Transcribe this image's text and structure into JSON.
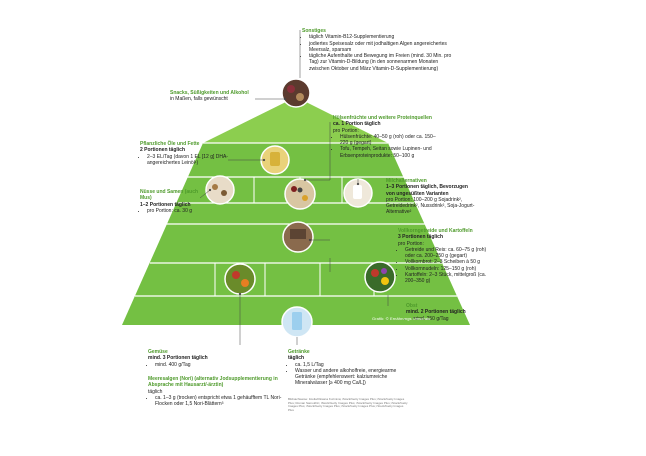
{
  "sonstiges": {
    "title": "Sonstiges",
    "items": [
      "täglich Vitamin-B12-Supplementierung",
      "jodiertes Speisesalz oder mit jodhaltigen Algen angereichertes Meersalz, sparsam",
      "tägliche Aufenthalte und Bewegung im Freien (mind. 30 Min. pro Tag) zur Vitamin-D-Bildung (in den sonnenarmen Monaten zwischen Oktober und März Vitamin-D-Supplementierung)"
    ]
  },
  "snacks": {
    "title": "Snacks, Süßigkeiten und Alkohol",
    "text": "in Maßen, falls gewünscht"
  },
  "oele": {
    "title": "Pflanzliche Öle und Fette",
    "portion": "2 Portionen täglich",
    "items": [
      "2–3 EL/Tag (davon 1 EL [12 g] DHA-angereichertes Leinöl¹)"
    ]
  },
  "nuesse": {
    "title": "Nüsse und Samen (auch Mus)",
    "portion": "1–2 Portionen täglich",
    "items": [
      "pro Portion: ca. 30 g"
    ]
  },
  "huelsen": {
    "title": "Hülsenfrüchte und weitere Proteinquellen",
    "portion": "ca. 1 Portion täglich",
    "sub": "pro Portion:",
    "items": [
      "Hülsenfrüchte: 40–50 g (roh) oder ca. 150–220 g (gegart)",
      "Tofu, Tempeh, Seitan sowie Lupinen- und Erbsenproteinprodukte: 50–100 g"
    ]
  },
  "milch": {
    "title": "Milchalternativen",
    "portion": "1–3 Portionen täglich, Bevorzugen von ungesüßten Varianten",
    "text": "pro Portion: 100–200 g Sojadrink², Getreidedrink², Nussdrink², Soja-Jogurt-Alternative²"
  },
  "getreide": {
    "title": "Vollkorngetreide und Kartoffeln",
    "portion": "3 Portionen täglich",
    "sub": "pro Portion:",
    "items": [
      "Getreide und Reis: ca. 60–75 g (roh) oder ca. 200–250 g (gegart)",
      "Vollkornbrot: 2–3 Scheiben à 50 g",
      "Vollkornnudeln: 125–150 g (roh)",
      "Kartoffeln: 2–3 Stück, mittelgroß (ca. 200–350 g)"
    ]
  },
  "obst": {
    "title": "Obst",
    "portion": "mind. 2 Portionen täglich",
    "items": [
      "mind. 250 g/Tag"
    ]
  },
  "gemuese": {
    "title": "Gemüse",
    "portion": "mind. 3 Portionen täglich",
    "items": [
      "mind. 400 g/Tag"
    ]
  },
  "algen": {
    "title": "Meeresalgen (Nori) (alternativ Jodsupplementierung in Absprache mit Hausarzt/-ärztin)",
    "sub": "täglich",
    "items": [
      "ca. 1–3 g (trocken) entspricht etwa 1 gehäufftem TL Nori-Flocken oder 1,5 Nori-Blättern³"
    ]
  },
  "getraenke": {
    "title": "Getränke",
    "sub": "täglich",
    "items": [
      "ca. 1,5 L/Tag",
      "Wasser und andere alkoholfreie, energiearme Getränke (empfehlenswert: kalziumreiche Mineralwässer [≥ 400 mg Ca/L])"
    ]
  },
  "credit": "Grafik: © Ernährungs Umschau",
  "footnote": "Bildnachweise: fotolia/Oksana Kuzmina; iStock/Getty Images Plus; iStock/Getty Images Plus; Roman Samokhin; iStock/Getty Images Plus; iStock/Getty Images Plus; iStock/Getty Images Plus; iStock/Getty Images Plus; iStock/Getty Images Plus; iStock/Getty Images Plus",
  "colors": {
    "green": "#74c043",
    "green_light": "#8cce4f",
    "divider": "#ffffff",
    "accent": "#4e9a2b"
  }
}
